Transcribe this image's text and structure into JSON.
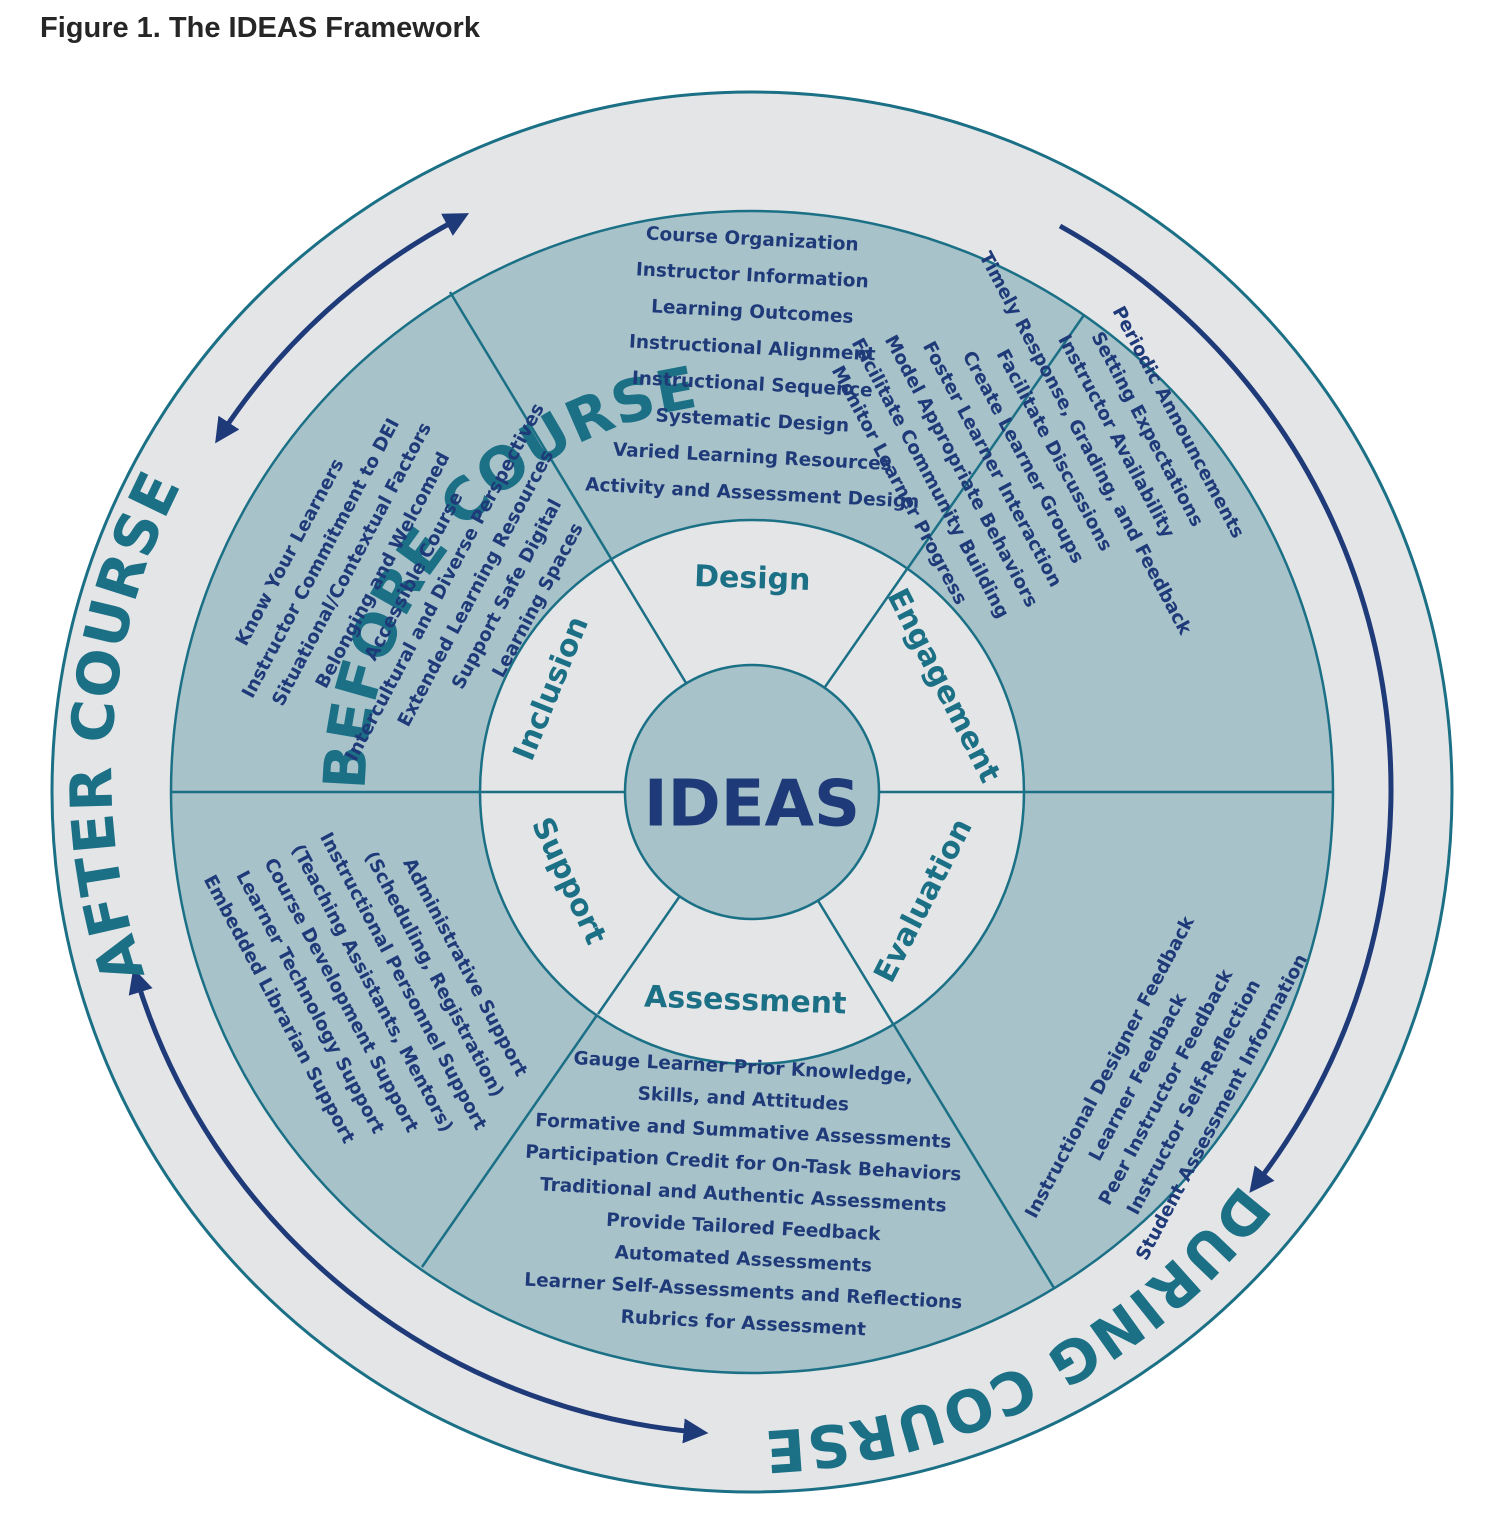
{
  "figure_title": "Figure 1. The IDEAS Framework",
  "center": "IDEAS",
  "stages": {
    "before": "BEFORE COURSE",
    "during": "DURING COURSE",
    "after": "AFTER COURSE"
  },
  "sectors": [
    {
      "key": "design",
      "name": "Design",
      "items": [
        "Course Organization",
        "Instructor Information",
        "Learning Outcomes",
        "Instructional Alignment",
        "Instructional Sequence",
        "Systematic Design",
        "Varied Learning Resources",
        "Activity and Assessment Design"
      ]
    },
    {
      "key": "engagement",
      "name": "Engagement",
      "items": [
        "Periodic Announcements",
        "Setting Expectations",
        "Instructor Availability",
        "Timely Response, Grading, and Feedback",
        "Facilitate Discussions",
        "Create Learner Groups",
        "Foster Learner Interaction",
        "Model Appropriate Behaviors",
        "Facilitate Community Building",
        "Monitor Learner Progress"
      ]
    },
    {
      "key": "evaluation",
      "name": "Evaluation",
      "items": [
        "Instructional Designer Feedback",
        "Learner Feedback",
        "Peer Instructor Feedback",
        "Instructor Self-Reflection",
        "Student Assessment Information"
      ]
    },
    {
      "key": "assessment",
      "name": "Assessment",
      "items": [
        "Gauge Learner Prior Knowledge,",
        "Skills, and Attitudes",
        "Formative and Summative Assessments",
        "Participation Credit for On-Task Behaviors",
        "Traditional and Authentic Assessments",
        "Provide Tailored Feedback",
        "Automated Assessments",
        "Learner Self-Assessments and Reflections",
        "Rubrics for Assessment"
      ]
    },
    {
      "key": "support",
      "name": "Support",
      "items": [
        "Administrative Support",
        "(Scheduling, Registration)",
        "Instructional Personnel Support",
        "(Teaching Assistants, Mentors)",
        "Course Development Support",
        "Learner Technology Support",
        "Embedded Librarian Support"
      ]
    },
    {
      "key": "inclusion",
      "name": "Inclusion",
      "items": [
        "Know Your Learners",
        "Instructor Commitment to DEI",
        "Situational/Contextual Factors",
        "Belonging and Welcomed",
        "Accessible Course",
        "Intercultural and Diverse Perspectives",
        "Extended Learning Resources",
        "Support Safe Digital",
        "Learning Spaces"
      ]
    }
  ],
  "colors": {
    "outer_ring": "#e4e5e7",
    "sector_fill": "#a8c2ca",
    "inner_ring": "#e4e5e7",
    "line": "#1b7086",
    "stage_text": "#1b7086",
    "item_text": "#1f3a78",
    "arrow": "#1f3a78"
  }
}
